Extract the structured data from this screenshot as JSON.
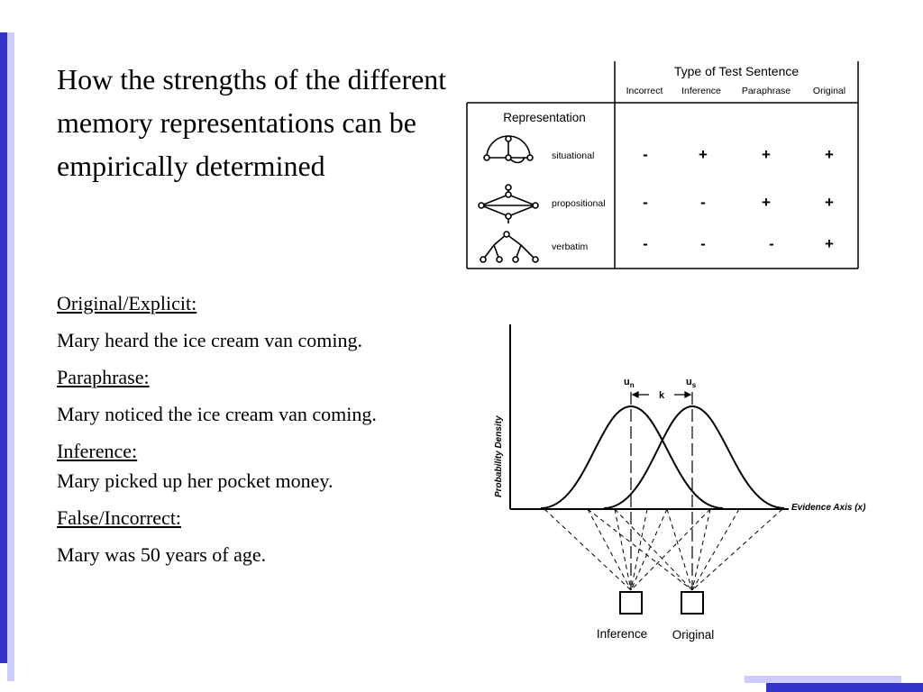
{
  "title": "How the strengths of the different memory representations can be empirically determined",
  "examples": [
    {
      "label": "Original/Explicit:",
      "sentence": "Mary heard the ice cream van coming."
    },
    {
      "label": "Paraphrase:",
      "sentence": "Mary noticed the ice cream van coming."
    },
    {
      "label": "Inference:",
      "sentence": "Mary picked up her pocket money."
    },
    {
      "label": "False/Incorrect:",
      "sentence": "Mary was 50 years of age."
    }
  ],
  "table": {
    "heading": "Type of Test Sentence",
    "row_header": "Representation",
    "columns": [
      "Incorrect",
      "Inference",
      "Paraphrase",
      "Original"
    ],
    "rows": [
      {
        "label": "situational",
        "cells": [
          "-",
          "+",
          "+",
          "+"
        ]
      },
      {
        "label": "propositional",
        "cells": [
          "-",
          "-",
          "+",
          "+"
        ]
      },
      {
        "label": "verbatim",
        "cells": [
          "-",
          "-",
          "-",
          "+"
        ]
      }
    ]
  },
  "distribution": {
    "y_label": "Probability Density",
    "x_label": "Evidence Axis (x)",
    "mean_n": "u",
    "mean_n_sub": "n",
    "mean_s": "u",
    "mean_s_sub": "s",
    "gap_label": "k",
    "box_labels": [
      "Inference",
      "Original"
    ]
  },
  "colors": {
    "accent_dark": "#3333cc",
    "accent_light": "#ccccff"
  }
}
